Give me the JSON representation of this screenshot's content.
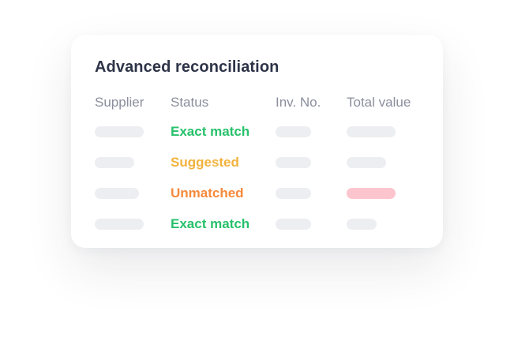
{
  "card": {
    "title": "Advanced reconciliation"
  },
  "columns": {
    "supplier": "Supplier",
    "status": "Status",
    "inv_no": "Inv. No.",
    "total_value": "Total value"
  },
  "rows": [
    {
      "status": "Exact match"
    },
    {
      "status": "Suggested"
    },
    {
      "status": "Unmatched"
    },
    {
      "status": "Exact match"
    }
  ],
  "colors": {
    "title": "#2e3448",
    "header_text": "#8b8e9c",
    "placeholder": "#edeef1",
    "exact_match": "#27c16a",
    "suggested": "#f2b33d",
    "unmatched": "#f58a3c",
    "value_alert": "#fcc4cc"
  }
}
